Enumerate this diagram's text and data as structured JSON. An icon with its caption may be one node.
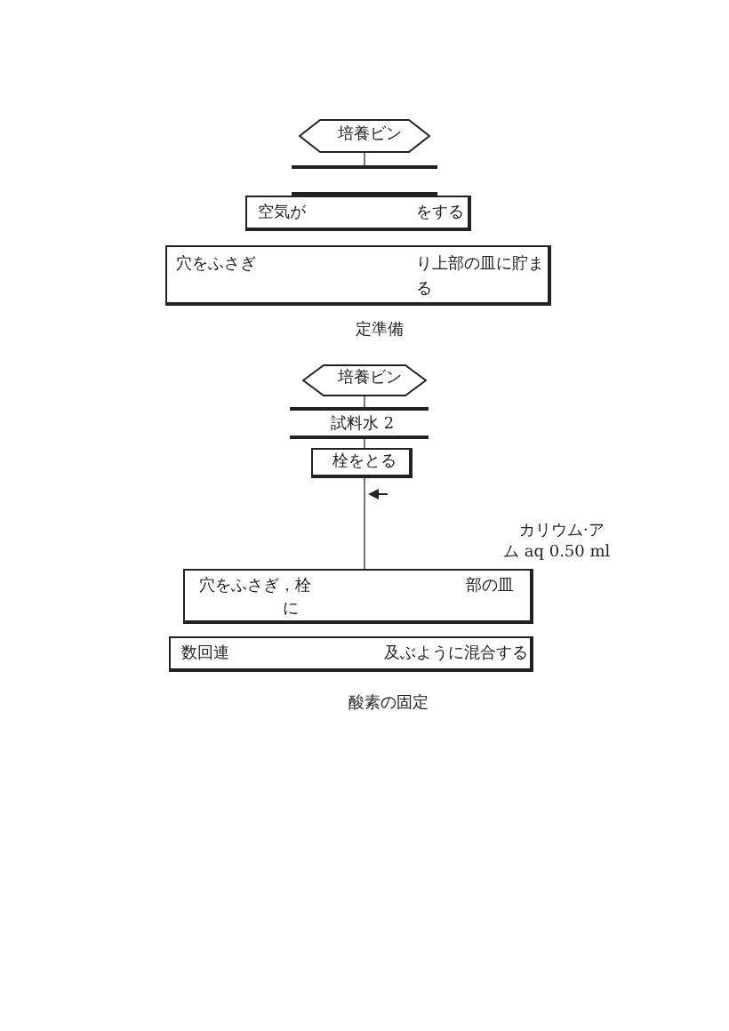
{
  "diagram": {
    "nodes": [
      {
        "text": [
          "培養ビン"
        ]
      },
      {
        "text": [],
        "shape": "bar"
      },
      {
        "text": [
          "空気が",
          "をする"
        ]
      },
      {
        "text": [
          "穴をふさぎ",
          "り上部の皿に貯ま",
          "る"
        ]
      },
      {
        "text": [
          "培養ビン"
        ]
      },
      {
        "text": [
          "試料水 2"
        ]
      },
      {
        "text": [
          "栓をとる"
        ]
      },
      {
        "text": [
          "穴をふさぎ，栓",
          "部の皿",
          "に"
        ]
      },
      {
        "text": [
          "数回連",
          "及ぶように混合する"
        ]
      }
    ],
    "edges": [
      {
        "from": 0,
        "to": 1,
        "arrow": "none"
      },
      {
        "from": 4,
        "to": 5,
        "arrow": "none"
      },
      {
        "from": 5,
        "to": 6,
        "arrow": "none"
      },
      {
        "from": 6,
        "to": 7,
        "arrow": "none"
      }
    ],
    "labels": [
      "定準備",
      "カリウム·ア",
      "ム aq 0.50 ml",
      "酸素の固定"
    ]
  }
}
